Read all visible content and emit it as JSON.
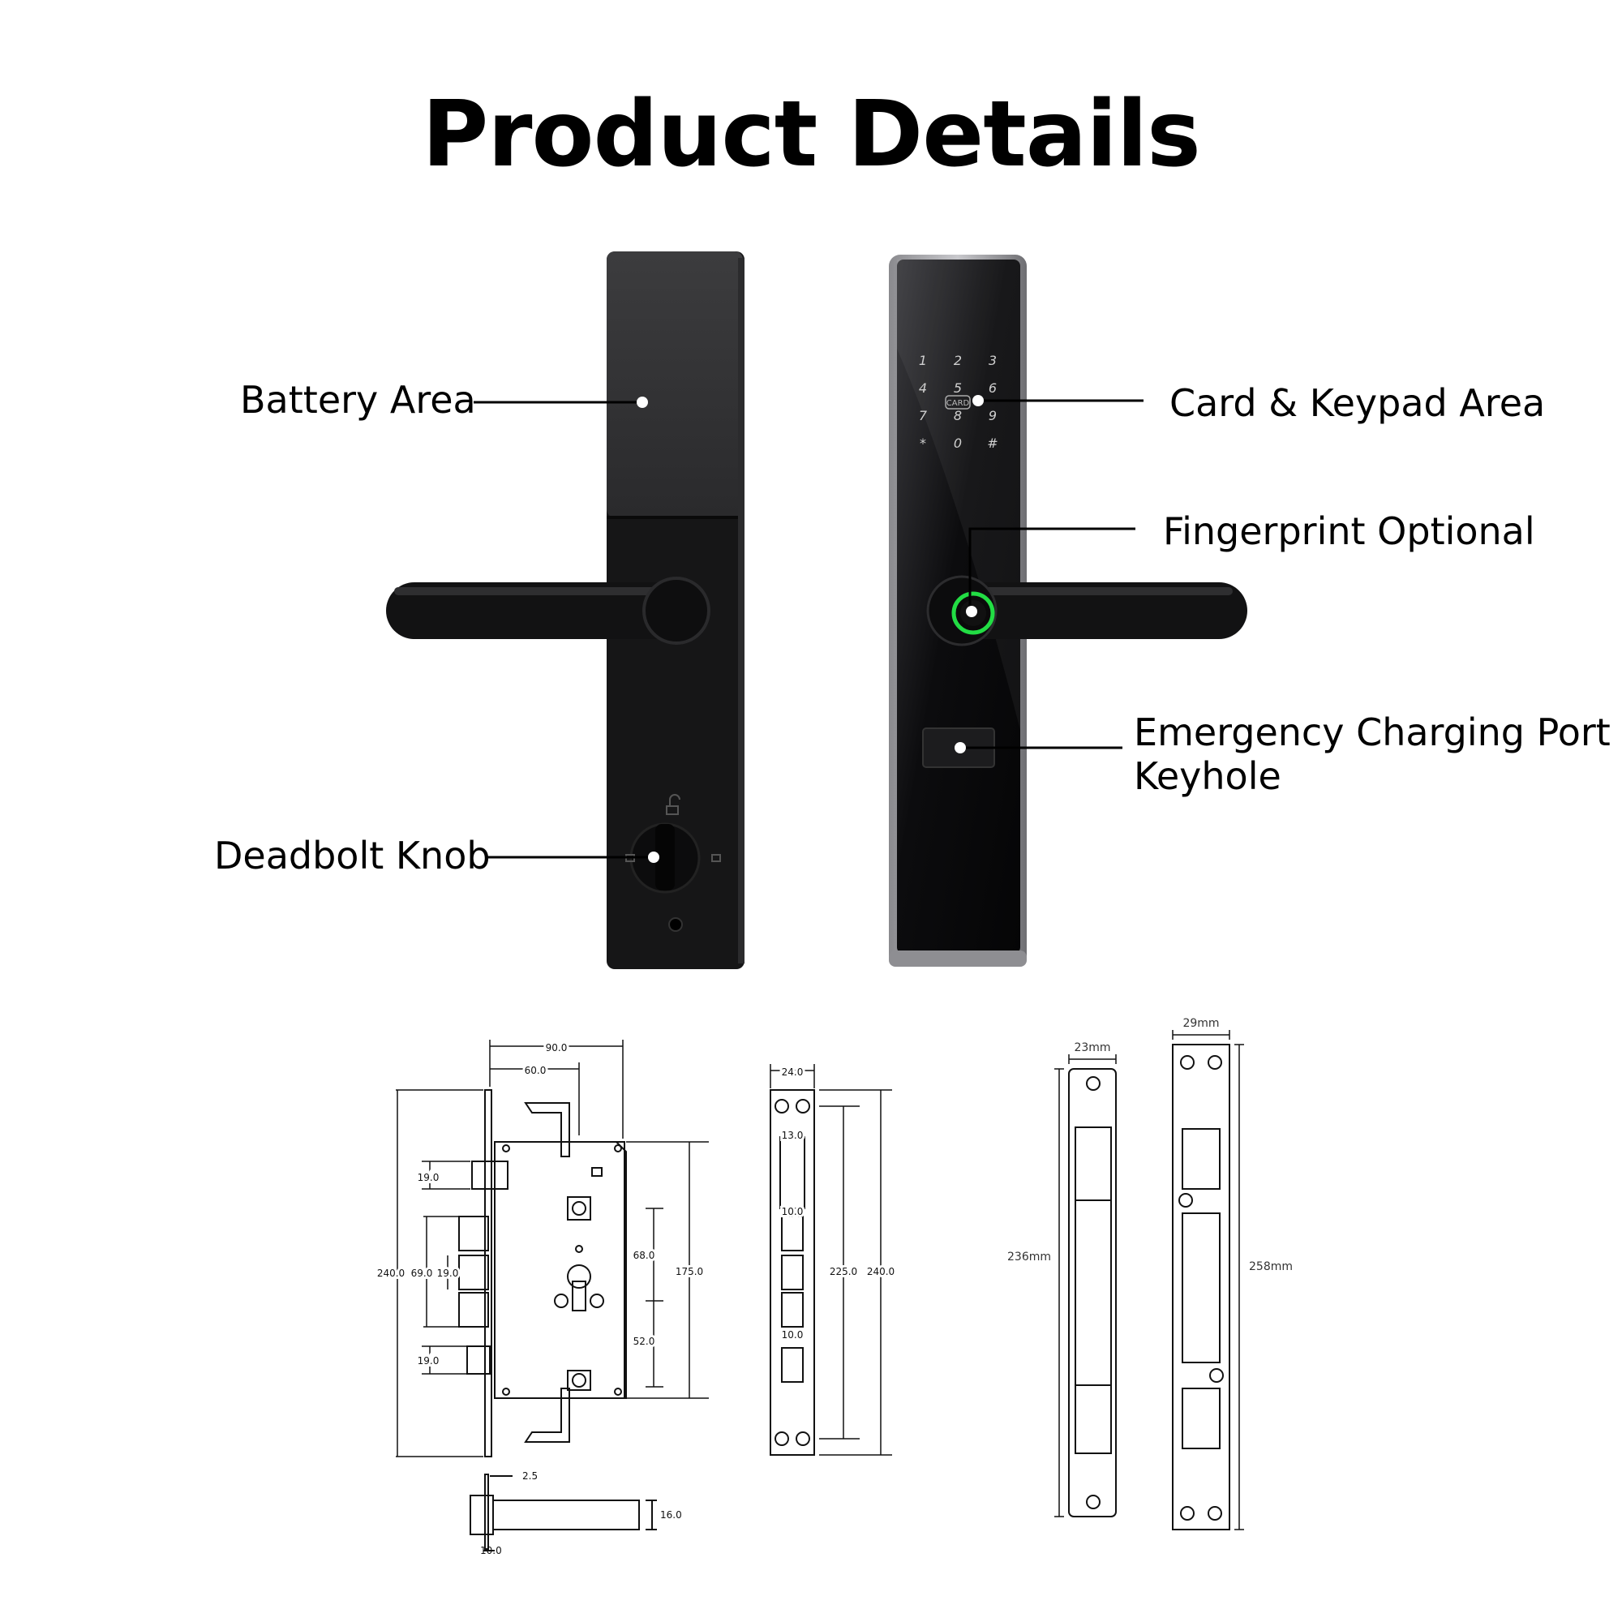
{
  "title": "Product Details",
  "callouts": {
    "battery_area": "Battery Area",
    "deadbolt_knob": "Deadbolt Knob",
    "card_keypad_area": "Card & Keypad Area",
    "fingerprint_optional": "Fingerprint Optional",
    "emergency_line1": "Emergency Charging Port",
    "emergency_line2": "Keyhole"
  },
  "keypad": {
    "keys": [
      "1",
      "2",
      "3",
      "4",
      "5",
      "6",
      "7",
      "8",
      "9",
      "*",
      "0",
      "#"
    ],
    "card_label": "CARD",
    "fingerprint_ring_color": "#22dd44"
  },
  "mortise_dimensions": {
    "width_90": "90.0",
    "width_60": "60.0",
    "height_240": "240.0",
    "span_69": "69.0",
    "spacing_19_a": "19.0",
    "spacing_19_b": "19.0",
    "spacing_19_c": "19.0",
    "span_68": "68.0",
    "span_52": "52.0",
    "span_175": "175.0"
  },
  "faceplate_dimensions": {
    "width_24": "24.0",
    "slot_13": "13.0",
    "slot_10_a": "10.0",
    "slot_10_b": "10.0",
    "span_225": "225.0",
    "height_240": "240.0"
  },
  "latch_dimensions": {
    "offset_2_5": "2.5",
    "height_16": "16.0",
    "base_10": "10.0"
  },
  "strike_plates": {
    "small_width": "23mm",
    "small_height": "236mm",
    "large_width": "29mm",
    "large_height": "258mm"
  }
}
